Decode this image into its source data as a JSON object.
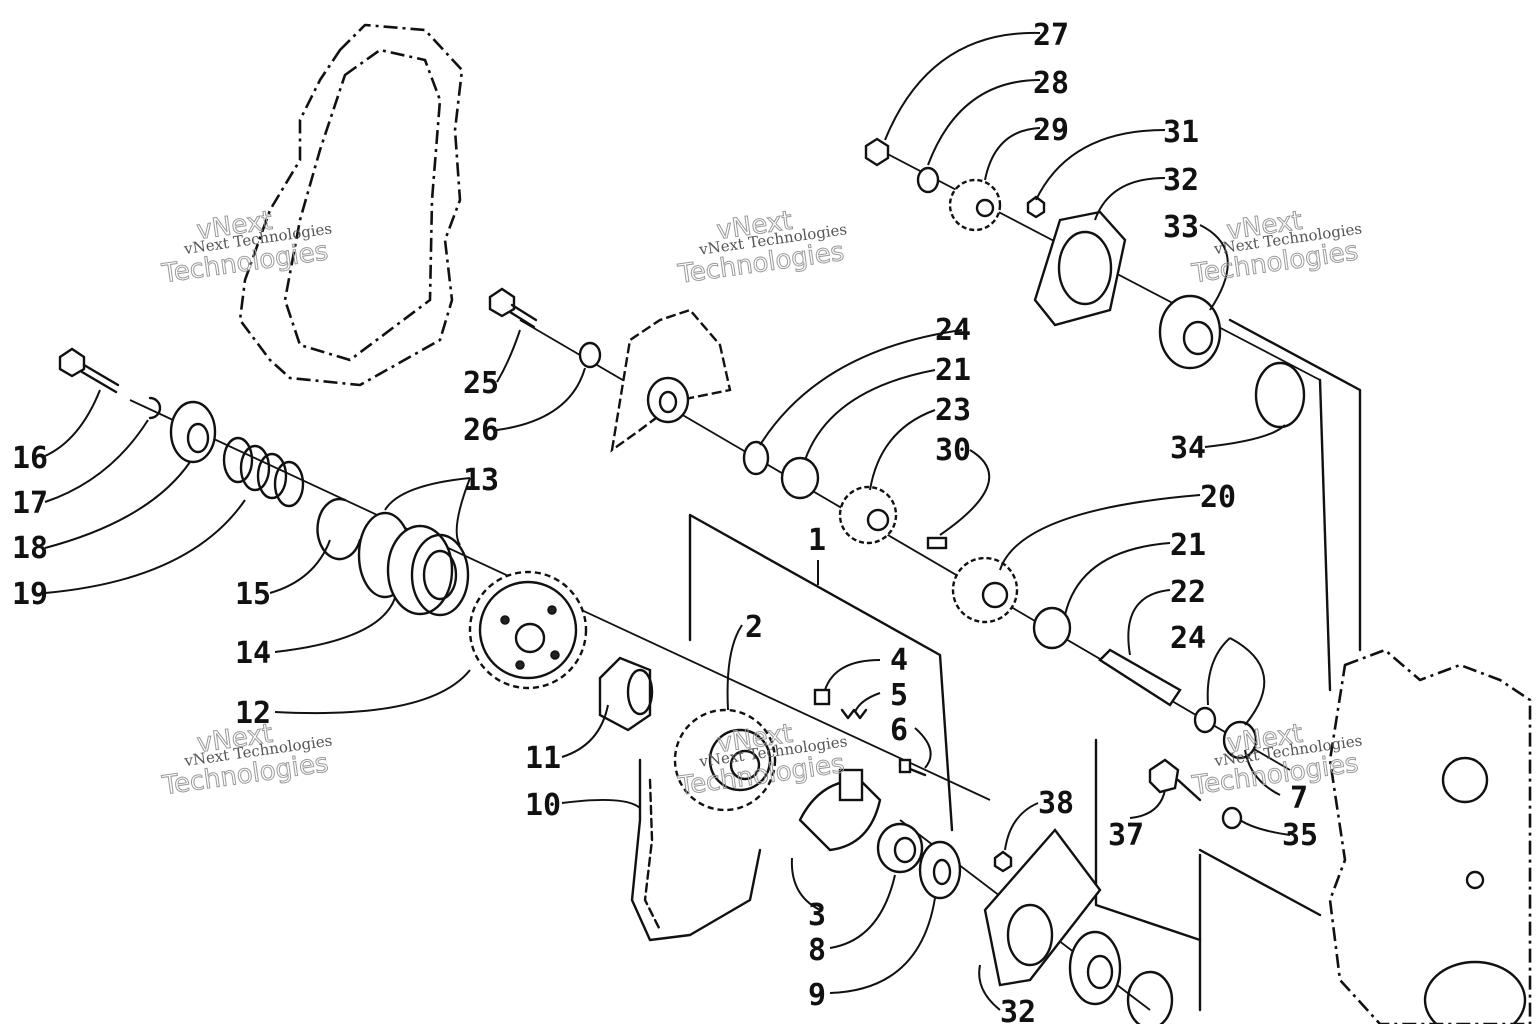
{
  "labels": {
    "l27": "27",
    "l28": "28",
    "l29": "29",
    "l31": "31",
    "l32a": "32",
    "l33": "33",
    "l34": "34",
    "l24a": "24",
    "l21a": "21",
    "l23": "23",
    "l30": "30",
    "l25": "25",
    "l26": "26",
    "l16": "16",
    "l17": "17",
    "l18": "18",
    "l19": "19",
    "l13": "13",
    "l15": "15",
    "l14": "14",
    "l12": "12",
    "l1": "1",
    "l20": "20",
    "l21b": "21",
    "l22": "22",
    "l24b": "24",
    "l2": "2",
    "l4": "4",
    "l5": "5",
    "l6": "6",
    "l11": "11",
    "l10": "10",
    "l7": "7",
    "l35": "35",
    "l37": "37",
    "l38": "38",
    "l3": "3",
    "l8": "8",
    "l9": "9",
    "l32b": "32"
  },
  "watermark": {
    "big1": "vNext",
    "big2": "Technologies",
    "small": "vNext Technologies"
  }
}
